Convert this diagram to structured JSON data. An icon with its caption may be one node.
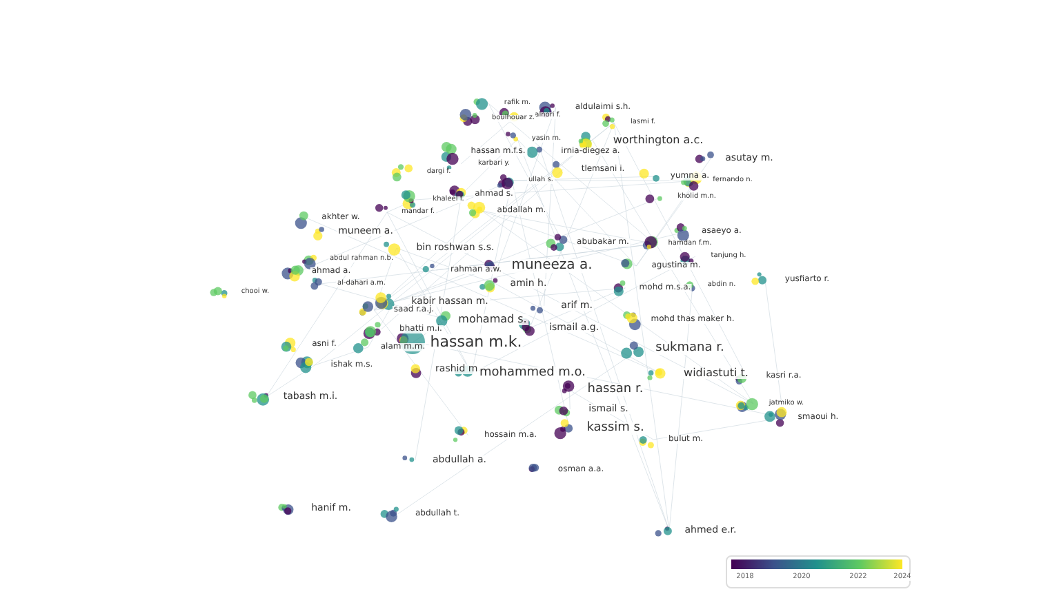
{
  "diagram": {
    "labels": [
      "aldulaimi s.h.",
      "alnori f.",
      "rafik m.",
      "boulhouar z.",
      "lasmi f.",
      "yasin m.",
      "hassan m.f.s.",
      "irnia-diegez a.",
      "worthington a.c.",
      "karbari y.",
      "tlemsani i.",
      "asutay m.",
      "dargi f.",
      "ullah s.",
      "yumna a.",
      "fernando n.",
      "ahmad s.",
      "khaleel f.",
      "kholid m.n.",
      "mandar f.",
      "abdallah m.",
      "akhter w.",
      "muneem a.",
      "abubakar m.",
      "bin roshwan s.s.",
      "abdul rahman n.b.",
      "hamdan f.m.",
      "asaeyo a.",
      "muneeza a.",
      "tanjung h.",
      "agustina m.",
      "ahmad a.",
      "rahman a.w.",
      "al-dahari a.m.",
      "amin h.",
      "mohd m.s.a.",
      "abdin n.",
      "yusfiarto r.",
      "chooi w.",
      "kabir hassan m.",
      "saad r.a.j.",
      "arif m.",
      "mohamad s.",
      "mohd thas maker h.",
      "bhatti m.i.",
      "ismail a.g.",
      "hassan m.k.",
      "asni f.",
      "alam m.m.",
      "sukmana r.",
      "ishak m.s.",
      "rashid m.",
      "mohammed m.o.",
      "widiastuti t.",
      "kasri r.a.",
      "hassan r.",
      "tabash m.i.",
      "jatmiko w.",
      "ismail s.",
      "smaoui h.",
      "kassim s.",
      "hossain m.a.",
      "bulut m.",
      "abdullah a.",
      "osman a.a.",
      "hanif m.",
      "abdullah t.",
      "ahmed e.r.",
      "2018",
      "2020",
      "2022",
      "2024"
    ]
  }
}
